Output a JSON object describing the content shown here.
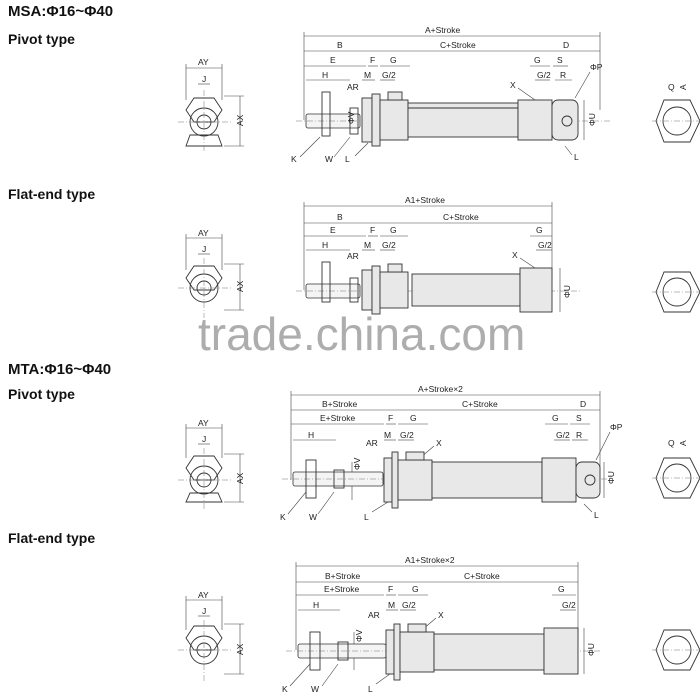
{
  "sections": {
    "msa_title": "MSA:Φ16~Φ40",
    "mta_title": "MTA:Φ16~Φ40",
    "pivot_type": "Pivot type",
    "flat_end_type": "Flat-end type"
  },
  "labels": {
    "ay": "AY",
    "j": "J",
    "ax": "AX",
    "b": "B",
    "e": "E",
    "f": "F",
    "g": "G",
    "h": "H",
    "m": "M",
    "ar": "AR",
    "g2": "G/2",
    "x": "X",
    "r": "R",
    "s": "S",
    "d": "D",
    "p": "ΦP",
    "u": "ΦU",
    "v": "ΦV",
    "k": "K",
    "w": "W",
    "l": "L",
    "q": "Q",
    "a": "A"
  },
  "dimensions": {
    "a_stroke": "A+Stroke",
    "a1_stroke": "A1+Stroke",
    "c_stroke": "C+Stroke",
    "b_stroke": "B+Stroke",
    "e_stroke": "E+Stroke",
    "a_stroke_x2": "A+Stroke×2",
    "a1_stroke_x2": "A1+Stroke×2"
  },
  "watermark": "trade.china.com"
}
